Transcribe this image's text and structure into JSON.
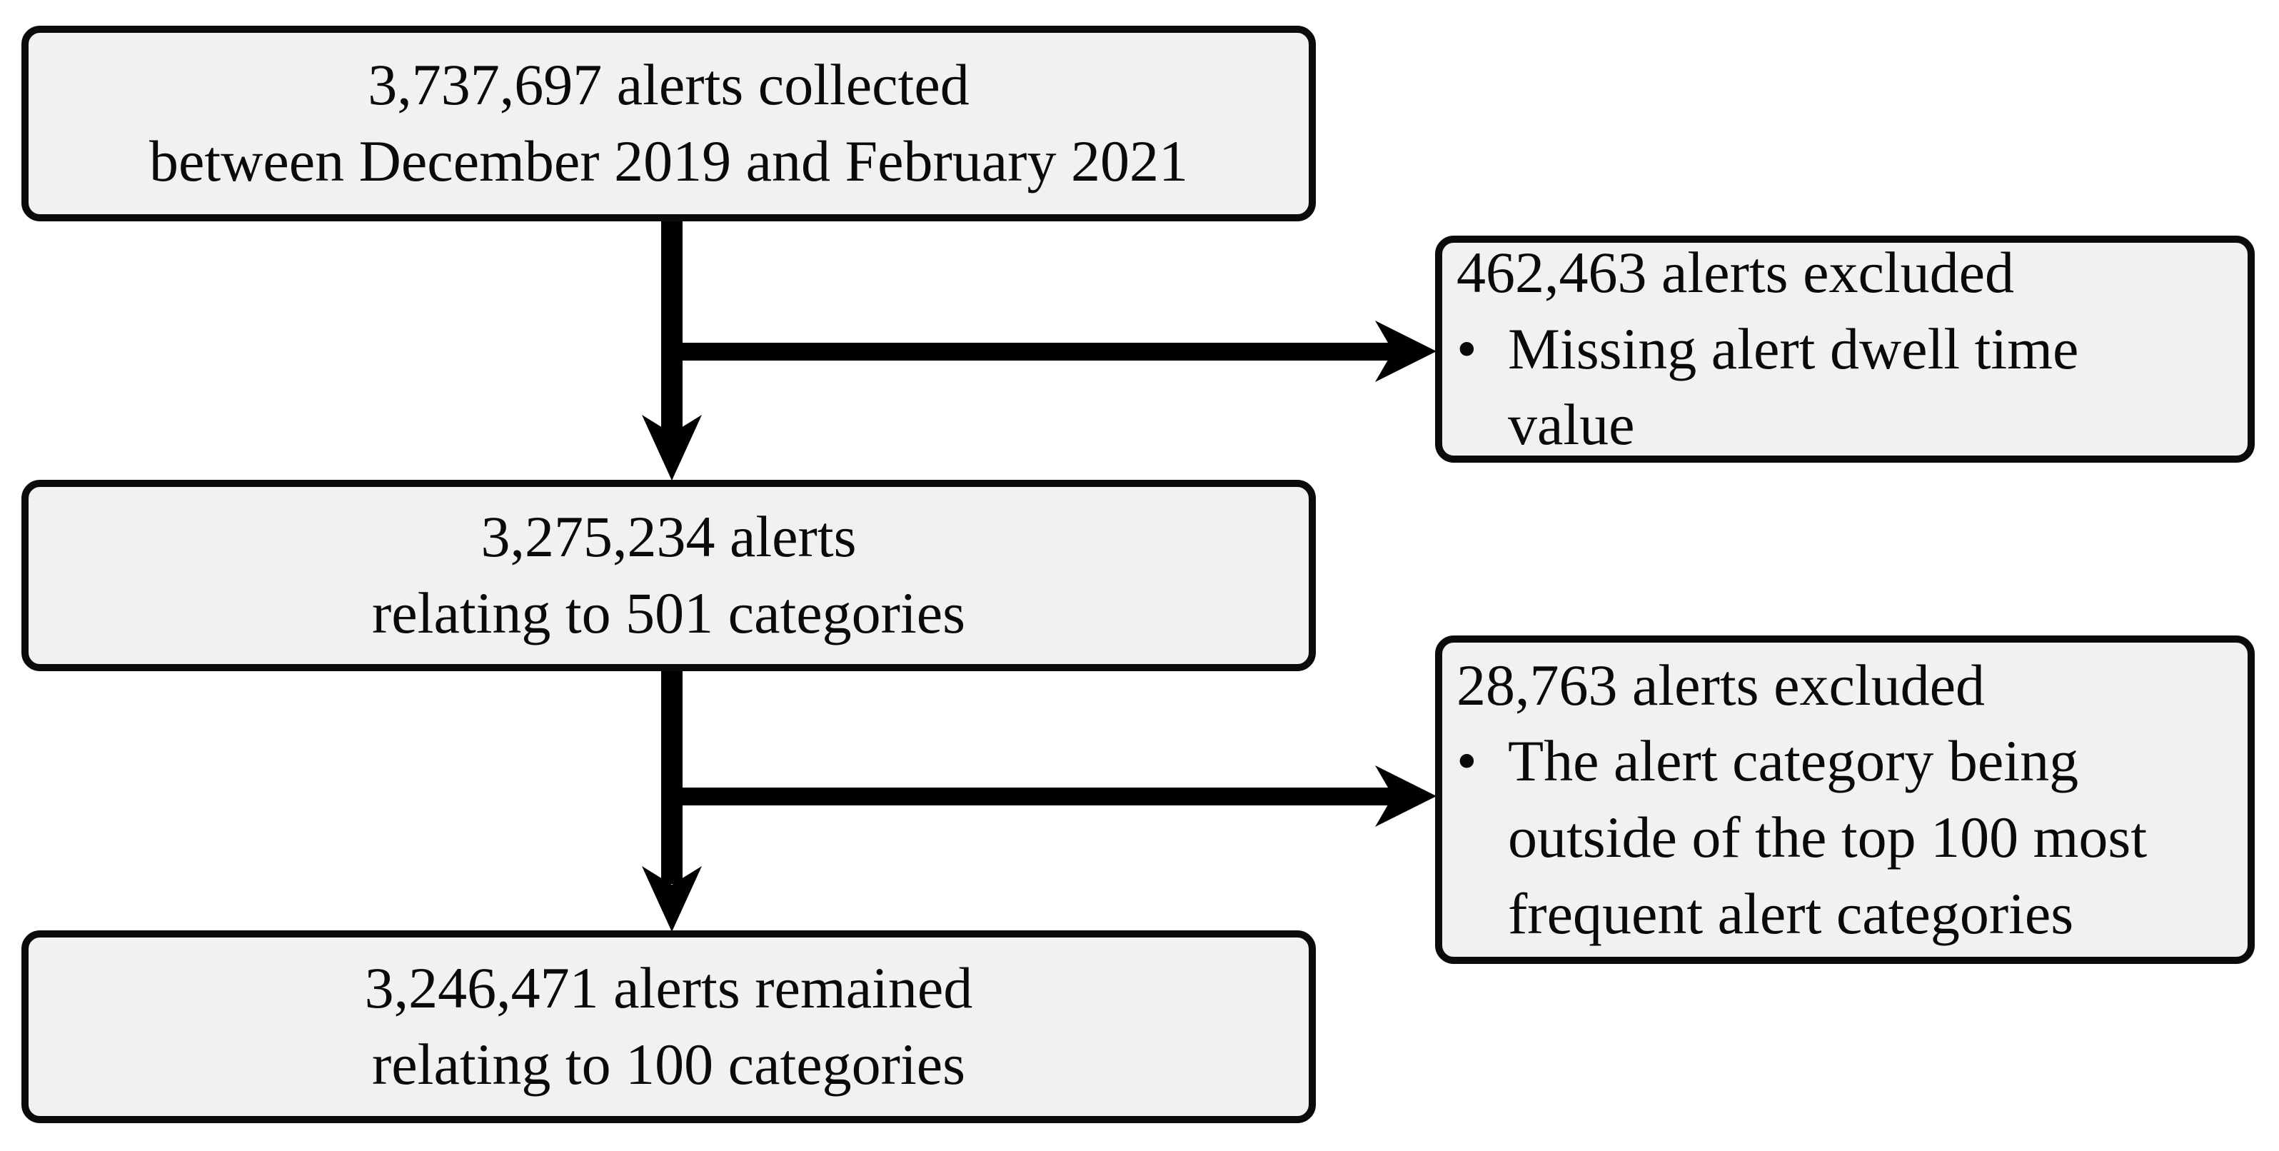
{
  "colors": {
    "background": "#ffffff",
    "box_fill": "#f1f1f1",
    "box_border": "#0b0b0b",
    "arrow": "#000000",
    "text": "#0a0a0a"
  },
  "flow": {
    "collected": {
      "line1": "3,737,697 alerts collected",
      "line2": "between December 2019 and February 2021"
    },
    "filtered": {
      "line1": "3,275,234 alerts",
      "line2": "relating to 501 categories"
    },
    "remained": {
      "line1": "3,246,471 alerts remained",
      "line2": "relating to 100 categories"
    },
    "excluded1": {
      "title": "462,463 alerts excluded",
      "bullet": "•",
      "reason": "Missing alert dwell time value"
    },
    "excluded2": {
      "title": "28,763 alerts excluded",
      "bullet": "•",
      "reason": "The alert category being outside of the top 100 most frequent alert categories"
    }
  }
}
